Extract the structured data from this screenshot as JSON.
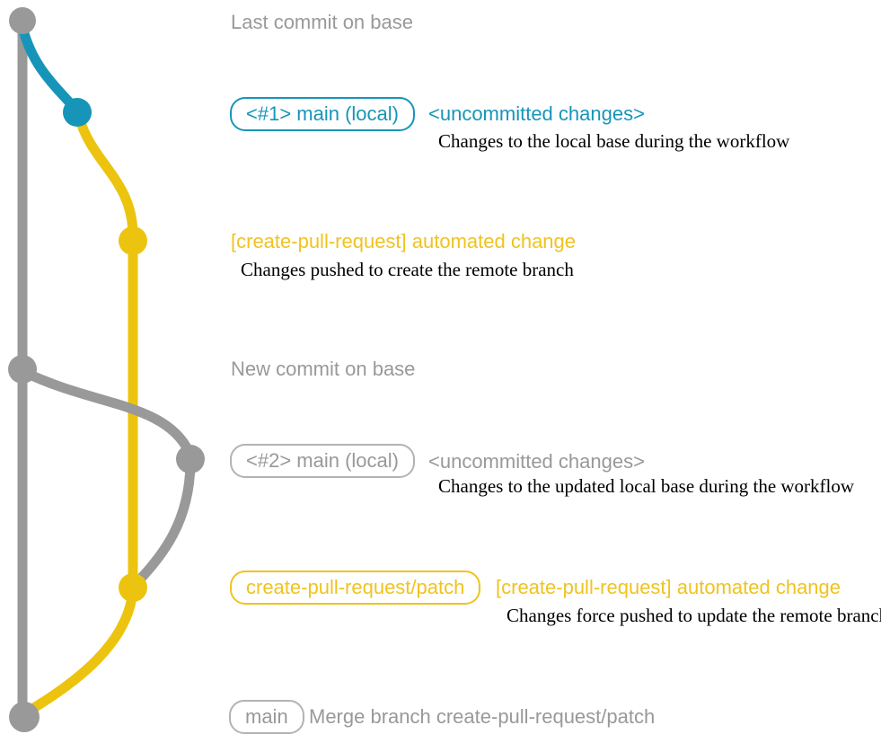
{
  "colors": {
    "gray": "#999999",
    "blue": "#1795b8",
    "yellow": "#ecc40f",
    "yellow_text": "#f0c31e",
    "ink": "#000000",
    "bg": "#ffffff"
  },
  "diagram": {
    "type": "git-graph",
    "branches": [
      {
        "name": "base (main)",
        "color": "#999999"
      },
      {
        "name": "main (local)",
        "color": "#1795b8"
      },
      {
        "name": "create-pull-request/patch",
        "color": "#ecc40f"
      }
    ],
    "commits": [
      {
        "id": "last-base",
        "branch": "base",
        "label": "Last commit on base"
      },
      {
        "id": "local-1",
        "branch": "main (local)",
        "label": "<#1> main (local)"
      },
      {
        "id": "cpr-1",
        "branch": "create-pull-request/patch",
        "label": "[create-pull-request] automated change"
      },
      {
        "id": "new-base",
        "branch": "base",
        "label": "New commit on base"
      },
      {
        "id": "local-2",
        "branch": "main (local)",
        "label": "<#2> main (local)"
      },
      {
        "id": "cpr-2",
        "branch": "create-pull-request/patch",
        "label": "[create-pull-request] automated change"
      },
      {
        "id": "merge",
        "branch": "base",
        "label": "Merge branch create-pull-request/patch"
      }
    ]
  },
  "annotations": {
    "last_commit": "Last commit on base",
    "row1": {
      "box": "<#1> main (local)",
      "heading": "<uncommitted changes>",
      "note": "Changes to the local base during the workflow"
    },
    "row2": {
      "heading": "[create-pull-request] automated change",
      "note": "Changes pushed to create the remote branch"
    },
    "new_commit": "New commit on base",
    "row3": {
      "box": "<#2> main (local)",
      "heading": "<uncommitted changes>",
      "note": "Changes to the updated local base during the workflow"
    },
    "row4": {
      "box": "create-pull-request/patch",
      "heading": "[create-pull-request] automated change",
      "note": "Changes force pushed to update the remote branch"
    },
    "row5": {
      "box": "main",
      "text": "Merge branch create-pull-request/patch"
    }
  }
}
